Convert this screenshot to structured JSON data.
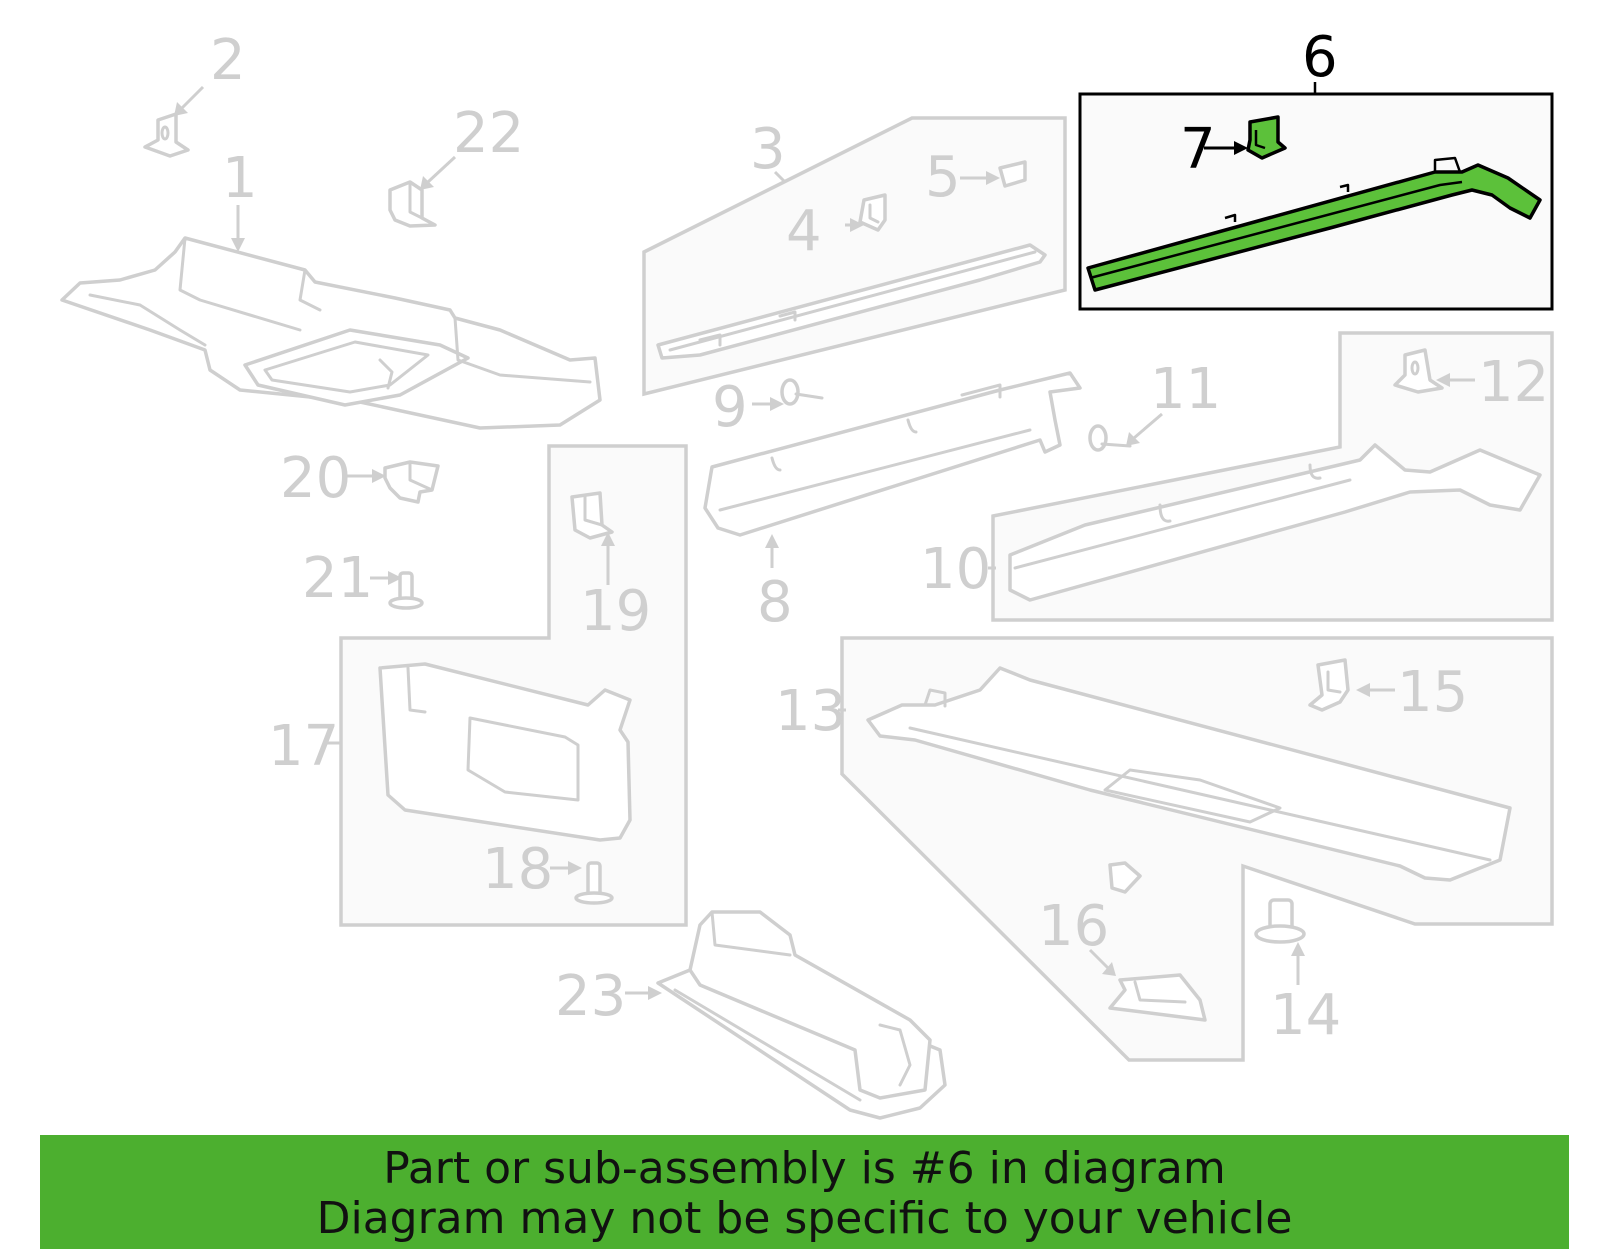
{
  "callouts": {
    "c1": "1",
    "c2": "2",
    "c3": "3",
    "c4": "4",
    "c5": "5",
    "c6": "6",
    "c7": "7",
    "c8": "8",
    "c9": "9",
    "c10": "10",
    "c11": "11",
    "c12": "12",
    "c13": "13",
    "c14": "14",
    "c15": "15",
    "c16": "16",
    "c17": "17",
    "c18": "18",
    "c19": "19",
    "c20": "20",
    "c21": "21",
    "c22": "22",
    "c23": "23"
  },
  "highlight": {
    "part_number": "6",
    "color": "#5cc13a",
    "label_color": "#000000",
    "muted_color": "#cfcfcf"
  },
  "banner": {
    "line1": "Part or sub-assembly is #6 in diagram",
    "line2": "Diagram may not be specific to your vehicle",
    "color": "#4caf2f"
  }
}
